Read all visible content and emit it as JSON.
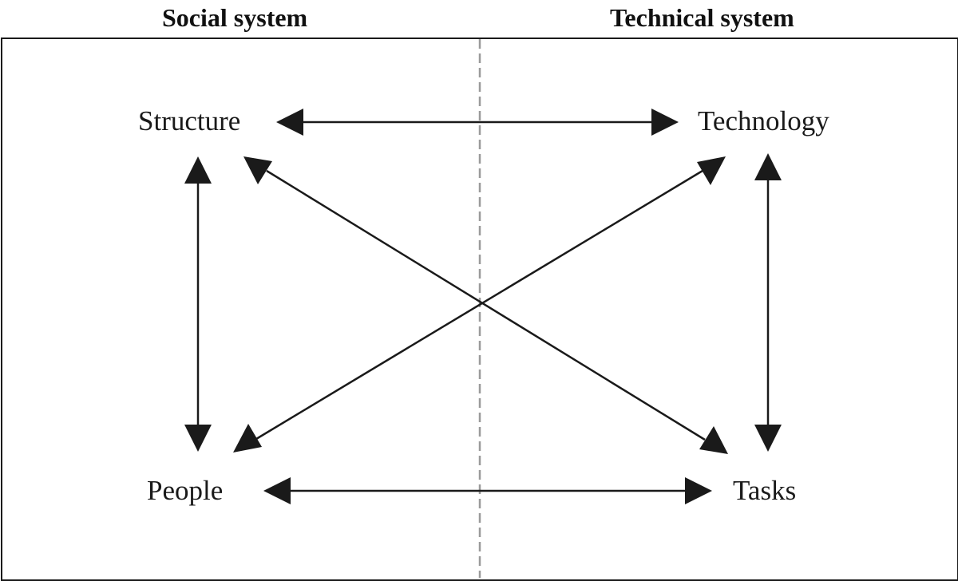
{
  "headers": {
    "left": "Social system",
    "right": "Technical system"
  },
  "nodes": {
    "structure": "Structure",
    "technology": "Technology",
    "people": "People",
    "tasks": "Tasks"
  },
  "colors": {
    "line": "#1a1a1a",
    "divider": "#9a9a9a",
    "background": "#ffffff"
  }
}
